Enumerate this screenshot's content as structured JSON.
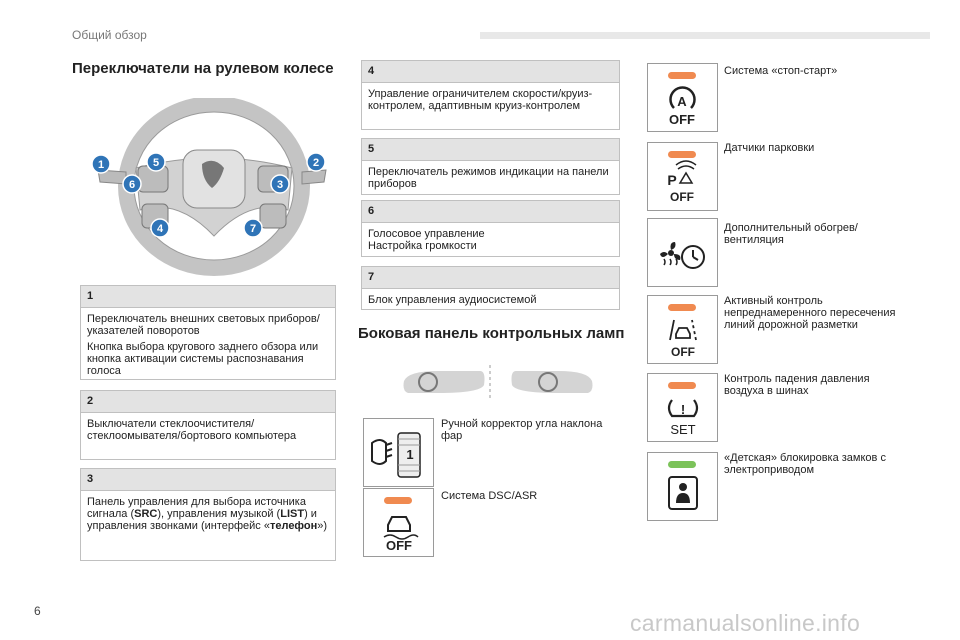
{
  "header": {
    "section": "Общий обзор"
  },
  "page_number": "6",
  "watermark": "carmanualsonline.info",
  "left": {
    "title": "Переключатели на рулевом колесе",
    "wheel_callouts": [
      "1",
      "2",
      "3",
      "4",
      "5",
      "6",
      "7"
    ],
    "items": [
      {
        "num": "1",
        "paras": [
          "Переключатель внешних световых приборов/указателей поворотов",
          "Кнопка выбора кругового заднего обзора или кнопка активации системы распознавания голоса"
        ]
      },
      {
        "num": "2",
        "paras": [
          "Выключатели стеклоочистителя/ стеклоомывателя/бортового компьютера"
        ]
      },
      {
        "num": "3",
        "pre": "Панель управления для выбора источника сигнала (",
        "b1": "SRC",
        "mid1": "), управления музыкой (",
        "b2": "LIST",
        "mid2": ") и управления звонками (интерфейс «",
        "b3": "телефон",
        "post": "»)"
      }
    ]
  },
  "middle": {
    "items": [
      {
        "num": "4",
        "text": "Управление ограничителем скорости/круиз-контролем, адаптивным круиз-контролем"
      },
      {
        "num": "5",
        "text": "Переключатель режимов индикации на панели приборов"
      },
      {
        "num": "6",
        "line1": "Голосовое управление",
        "line2": "Настройка громкости"
      },
      {
        "num": "7",
        "text": "Блок управления аудиосистемой"
      }
    ],
    "panel_title": "Боковая панель контрольных ламп",
    "lamps": [
      {
        "label": "Ручной корректор угла наклона фар",
        "icon": "headlamp-level-icon",
        "icon_text": "1"
      },
      {
        "label": "Система DSC/ASR",
        "icon": "dsc-off-icon",
        "icon_text": "OFF",
        "lamp_color": "#f08a50"
      }
    ]
  },
  "right": {
    "lamps": [
      {
        "label": "Система «стоп-старт»",
        "icon": "stop-start-off-icon",
        "icon_text": "OFF",
        "icon_letter": "A",
        "lamp_color": "#f08a50"
      },
      {
        "label": "Датчики парковки",
        "icon": "park-sensors-off-icon",
        "icon_text": "OFF",
        "icon_letter": "P",
        "lamp_color": "#f08a50"
      },
      {
        "label": "Дополнительный обогрев/ вентиляция",
        "icon": "aux-heating-icon",
        "lamp_color": ""
      },
      {
        "label": "Активный контроль непреднамеренного пересечения линий дорожной разметки",
        "icon": "lane-assist-off-icon",
        "icon_text": "OFF",
        "lamp_color": "#f08a50"
      },
      {
        "label": "Контроль падения давления воздуха в шинах",
        "icon": "tyre-pressure-set-icon",
        "icon_text": "SET",
        "icon_letter": "!",
        "lamp_color": "#f08a50"
      },
      {
        "label": "«Детская» блокировка замков с электроприводом",
        "icon": "child-lock-icon",
        "lamp_color": "#7cc35a"
      }
    ]
  }
}
